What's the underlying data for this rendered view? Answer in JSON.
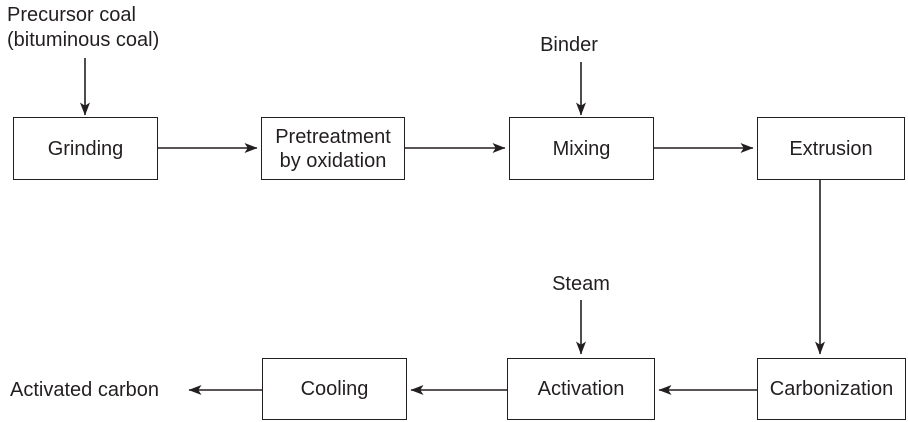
{
  "diagram_type": "process-flowchart",
  "nodes": {
    "grinding": "Grinding",
    "pretreatment": "Pretreatment by oxidation",
    "mixing": "Mixing",
    "extrusion": "Extrusion",
    "carbonization": "Carbonization",
    "activation": "Activation",
    "cooling": "Cooling"
  },
  "annotations": {
    "precursor_line1": "Precursor coal",
    "precursor_line2": "(bituminous coal)",
    "binder": "Binder",
    "steam": "Steam",
    "output": "Activated carbon"
  },
  "connections": [
    {
      "from": "Precursor coal (bituminous coal)",
      "to": "Grinding"
    },
    {
      "from": "Grinding",
      "to": "Pretreatment by oxidation"
    },
    {
      "from": "Pretreatment by oxidation",
      "to": "Mixing"
    },
    {
      "from": "Binder",
      "to": "Mixing"
    },
    {
      "from": "Mixing",
      "to": "Extrusion"
    },
    {
      "from": "Extrusion",
      "to": "Carbonization"
    },
    {
      "from": "Carbonization",
      "to": "Activation"
    },
    {
      "from": "Steam",
      "to": "Activation"
    },
    {
      "from": "Activation",
      "to": "Cooling"
    },
    {
      "from": "Cooling",
      "to": "Activated carbon"
    }
  ],
  "colors": {
    "line": "#231f20",
    "text": "#231f20",
    "box_fill": "#ffffff",
    "background": "#ffffff"
  }
}
